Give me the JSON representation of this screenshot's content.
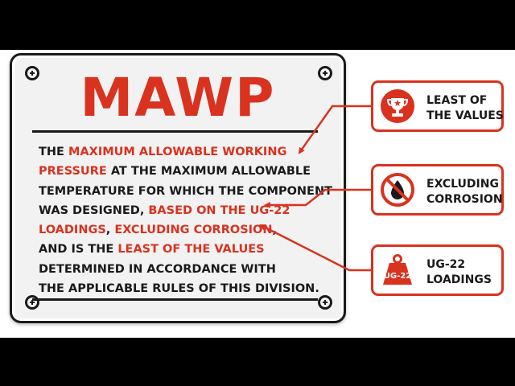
{
  "plate": {
    "title": "MAWP",
    "text": {
      "l1a": "THE ",
      "l1b": "MAXIMUM ALLOWABLE WORKING",
      "l2a": "PRESSURE",
      "l2b": " AT THE MAXIMUM ALLOWABLE",
      "l3": "TEMPERATURE FOR WHICH THE COMPONENT",
      "l4a": "WAS DESIGNED, ",
      "l4b": "BASED ON THE UG-22",
      "l5a": "LOADINGS",
      "l5b": ", ",
      "l5c": "EXCLUDING CORROSION",
      "l5d": ",",
      "l6a": "AND IS THE ",
      "l6b": "LEAST OF THE VALUES",
      "l7": "DETERMINED IN ACCORDANCE WITH",
      "l8": "THE APPLICABLE RULES OF THIS DIVISION."
    }
  },
  "callouts": [
    {
      "icon": "trophy-icon",
      "line1": "LEAST OF",
      "line2": "THE VALUES"
    },
    {
      "icon": "no-corrosion-icon",
      "line1": "EXCLUDING",
      "line2": "CORROSION"
    },
    {
      "icon": "weight-icon",
      "line1": "UG-22",
      "line2": "LOADINGS",
      "icon_text": "UG-22"
    }
  ],
  "colors": {
    "accent": "#d9321f",
    "ink": "#1a1a1a",
    "plate": "#f2f2f2"
  }
}
